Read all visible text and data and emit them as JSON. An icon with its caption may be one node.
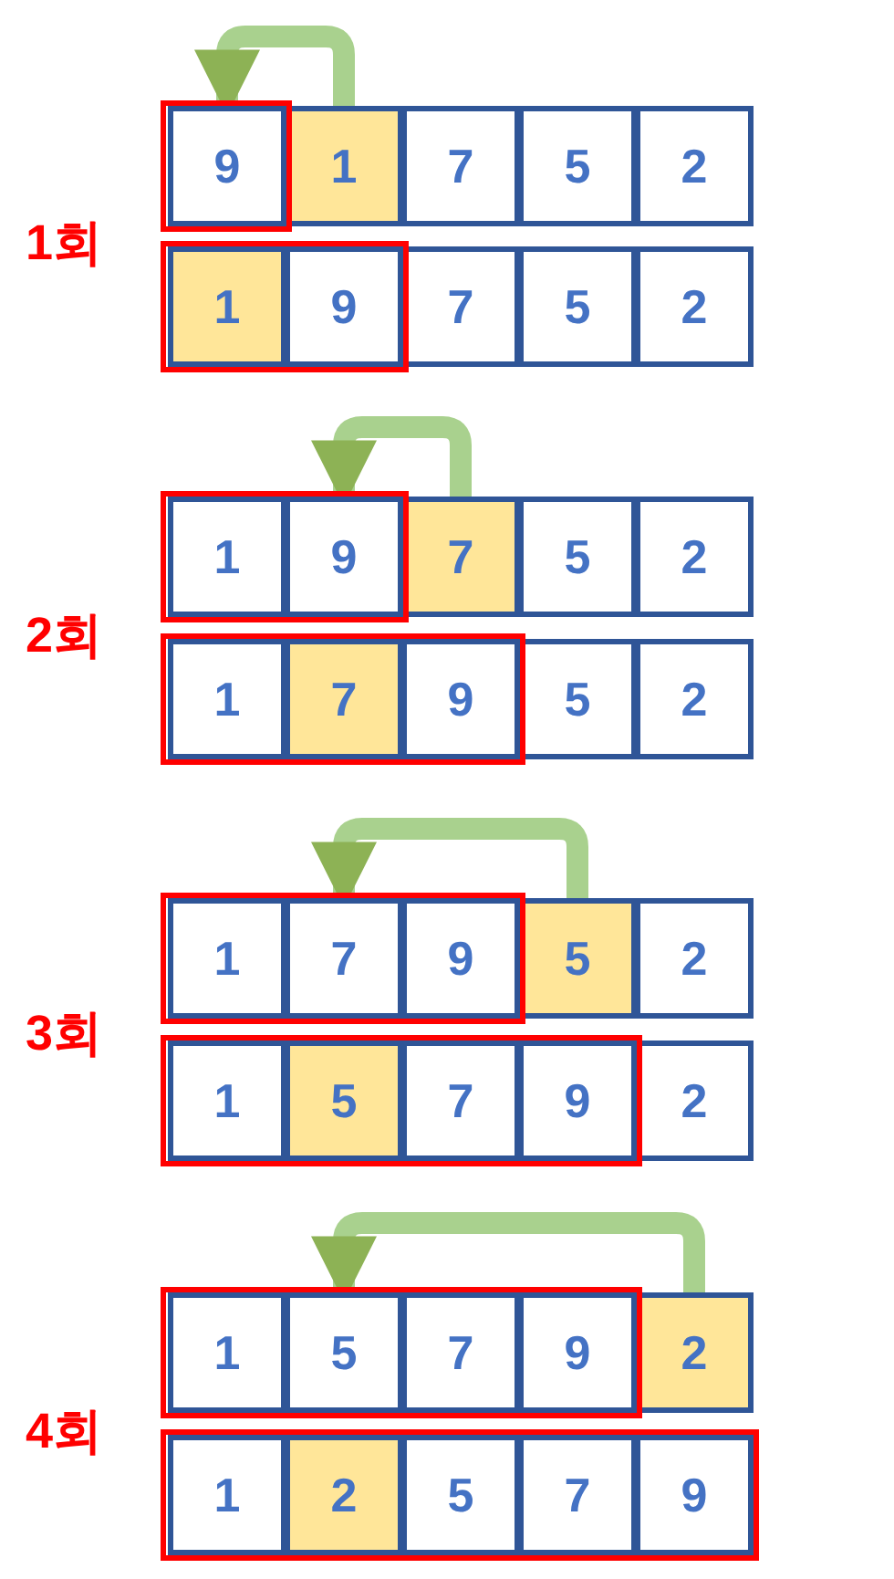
{
  "diagram": {
    "nodes": [
      {
        "text": [],
        "shape": "box"
      },
      {
        "text": [
          "9"
        ],
        "in": 0
      },
      {
        "text": [
          "1"
        ]
      },
      {
        "text": [
          "7"
        ]
      },
      {
        "text": [
          "5"
        ]
      },
      {
        "text": [
          "2"
        ]
      },
      {
        "text": [],
        "shape": "box"
      },
      {
        "text": [
          "1"
        ],
        "in": 6
      },
      {
        "text": [
          "9"
        ],
        "in": 6
      },
      {
        "text": [
          "7"
        ]
      },
      {
        "text": [
          "5"
        ]
      },
      {
        "text": [
          "2"
        ]
      },
      {
        "text": [],
        "shape": "box"
      },
      {
        "text": [
          "1"
        ],
        "in": 12
      },
      {
        "text": [
          "9"
        ],
        "in": 12
      },
      {
        "text": [
          "7"
        ]
      },
      {
        "text": [
          "5"
        ]
      },
      {
        "text": [
          "2"
        ]
      },
      {
        "text": [],
        "shape": "box"
      },
      {
        "text": [
          "1"
        ],
        "in": 18
      },
      {
        "text": [
          "7"
        ],
        "in": 18
      },
      {
        "text": [
          "9"
        ],
        "in": 18
      },
      {
        "text": [
          "5"
        ]
      },
      {
        "text": [
          "2"
        ]
      },
      {
        "text": [],
        "shape": "box"
      },
      {
        "text": [
          "1"
        ],
        "in": 24
      },
      {
        "text": [
          "7"
        ],
        "in": 24
      },
      {
        "text": [
          "9"
        ],
        "in": 24
      },
      {
        "text": [
          "5"
        ]
      },
      {
        "text": [
          "2"
        ]
      },
      {
        "text": [],
        "shape": "box"
      },
      {
        "text": [
          "1"
        ],
        "in": 30
      },
      {
        "text": [
          "5"
        ],
        "in": 30
      },
      {
        "text": [
          "7"
        ],
        "in": 30
      },
      {
        "text": [
          "9"
        ],
        "in": 30
      },
      {
        "text": [
          "2"
        ]
      },
      {
        "text": [],
        "shape": "box"
      },
      {
        "text": [
          "1"
        ],
        "in": 36
      },
      {
        "text": [
          "5"
        ],
        "in": 36
      },
      {
        "text": [
          "7"
        ],
        "in": 36
      },
      {
        "text": [
          "9"
        ],
        "in": 36
      },
      {
        "text": [
          "2"
        ]
      },
      {
        "text": [],
        "shape": "box"
      },
      {
        "text": [
          "1"
        ],
        "in": 42
      },
      {
        "text": [
          "2"
        ],
        "in": 42
      },
      {
        "text": [
          "5"
        ],
        "in": 42
      },
      {
        "text": [
          "7"
        ],
        "in": 42
      },
      {
        "text": [
          "9"
        ],
        "in": 42
      }
    ],
    "edges": [
      {
        "from": 2,
        "to": 1,
        "arrow": "to"
      },
      {
        "from": 15,
        "to": 14,
        "arrow": "to"
      },
      {
        "from": 28,
        "to": 26,
        "arrow": "to"
      },
      {
        "from": 41,
        "to": 38,
        "arrow": "to"
      }
    ],
    "labels": [
      "1회",
      "2회",
      "3회",
      "4회"
    ]
  }
}
